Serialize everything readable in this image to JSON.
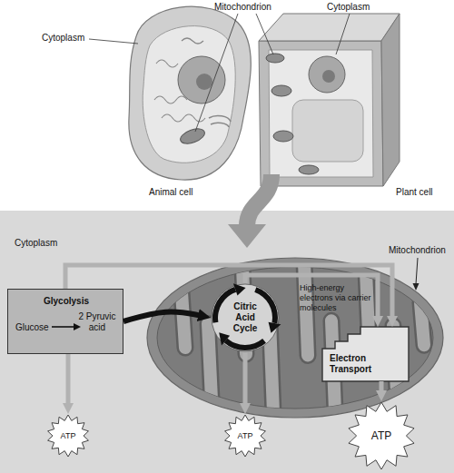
{
  "diagram": {
    "nodes": [
      {
        "text": [
          "Cytoplasm"
        ]
      },
      {
        "text": [
          "Mitochondrion"
        ],
        "in": 0
      },
      {
        "text": [
          "Glycolysis",
          "Glucose",
          "2 Pyruvic acid"
        ],
        "in": 0
      },
      {
        "text": [
          "Citric Acid Cycle"
        ],
        "in": 1
      },
      {
        "text": [
          "Electron Transport"
        ],
        "in": 1
      },
      {
        "text": [
          "ATP"
        ],
        "in": 0
      },
      {
        "text": [
          "ATP"
        ],
        "in": 0
      },
      {
        "text": [
          "ATP"
        ],
        "in": 0
      }
    ],
    "edges": [
      {
        "from": 2,
        "to": 3,
        "arrow": "to"
      },
      {
        "from": 2,
        "to": 4,
        "arrow": "to"
      },
      {
        "from": 3,
        "to": 4,
        "arrow": "to"
      },
      {
        "from": 2,
        "to": 5,
        "arrow": "to"
      },
      {
        "from": 3,
        "to": 6,
        "arrow": "to"
      },
      {
        "from": 4,
        "to": 7,
        "arrow": "to"
      }
    ],
    "labels": [
      "Cytoplasm",
      "Mitochondrion",
      "Cytoplasm",
      "Animal cell",
      "Plant cell",
      "High-energy electrons via carrier molecules"
    ]
  }
}
